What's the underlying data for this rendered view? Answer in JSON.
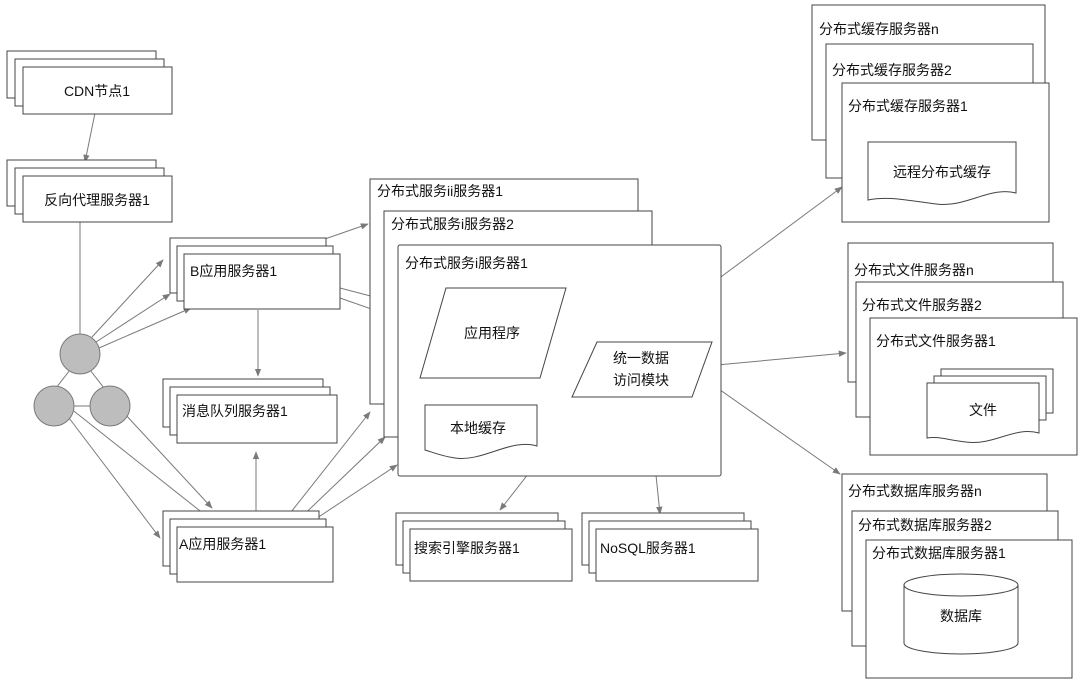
{
  "nodes": {
    "cdn": "CDN节点1",
    "reverse_proxy": "反向代理服务器1",
    "b_app": "B应用服务器1",
    "mq": "消息队列服务器1",
    "a_app": "A应用服务器1",
    "svc_ii": "分布式服务ii服务器1",
    "svc_i2": "分布式服务i服务器2",
    "svc_i1": "分布式服务i服务器1",
    "app_program": "应用程序",
    "local_cache": "本地缓存",
    "data_access_line1": "统一数据",
    "data_access_line2": "访问模块",
    "search": "搜索引擎服务器1",
    "nosql": "NoSQL服务器1",
    "cache_n": "分布式缓存服务器n",
    "cache_2": "分布式缓存服务器2",
    "cache_1": "分布式缓存服务器1",
    "remote_cache": "远程分布式缓存",
    "file_n": "分布式文件服务器n",
    "file_2": "分布式文件服务器2",
    "file_1": "分布式文件服务器1",
    "file": "文件",
    "db_n": "分布式数据库服务器n",
    "db_2": "分布式数据库服务器2",
    "db_1": "分布式数据库服务器1",
    "database": "数据库"
  }
}
